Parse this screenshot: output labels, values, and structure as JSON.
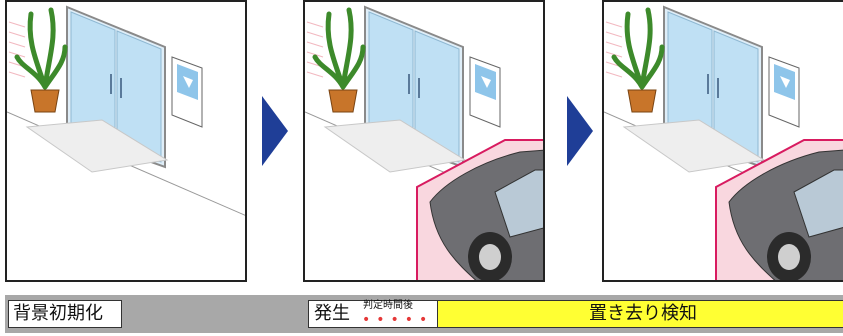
{
  "timeline": {
    "init_label": "背景初期化",
    "occur_label": "発生",
    "occur_sub_label": "判定時間後",
    "detect_label": "置き去り検知"
  },
  "colors": {
    "arrow": "#1f3e97",
    "detect_bg": "#ffff33",
    "timeline_bg": "#a8a8a8",
    "roi_border": "#d81b60",
    "roi_fill": "#f9d7df",
    "dot": "#e53838"
  },
  "icons": [
    "potted-plant-icon",
    "glass-door-icon",
    "poster-icon",
    "floor-mat-icon",
    "car-icon",
    "arrow-right-icon"
  ]
}
